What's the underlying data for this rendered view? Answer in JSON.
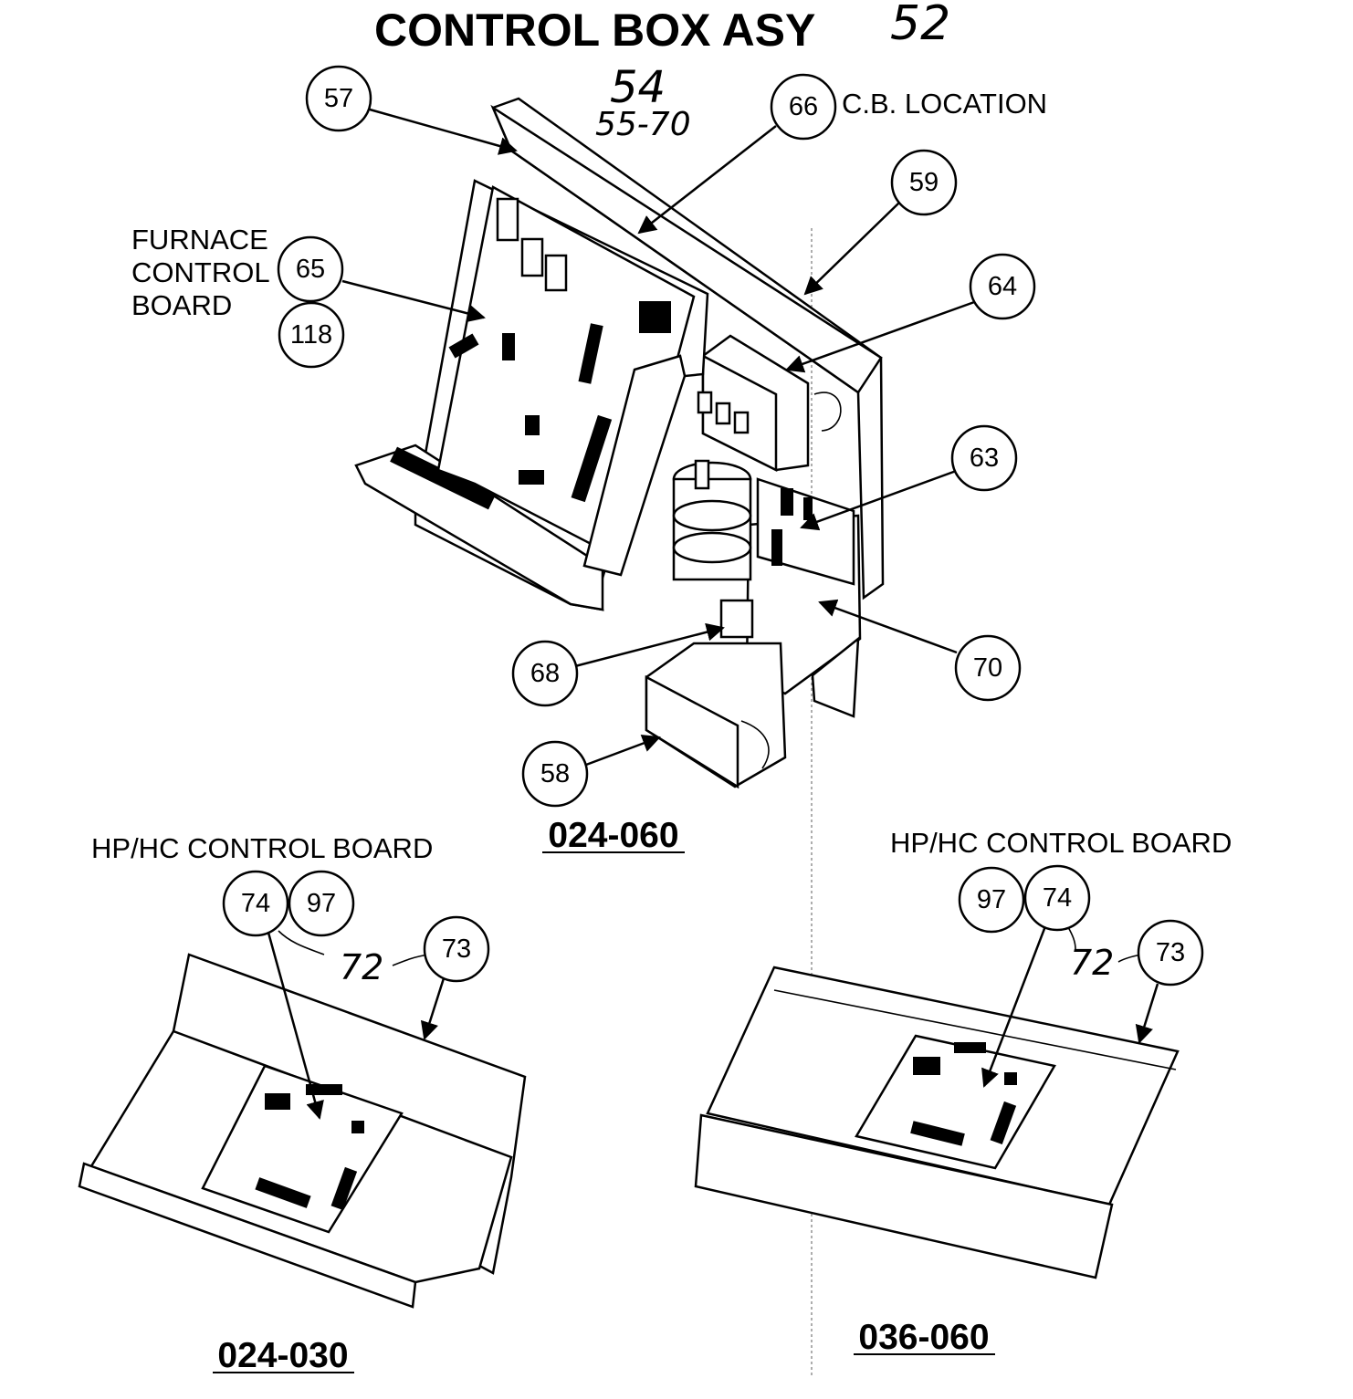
{
  "title": "CONTROL BOX ASY",
  "handwritten": {
    "title_ref": "52",
    "top_ref": "54",
    "top_range": "55-70",
    "left_ref": "72",
    "right_ref": "72"
  },
  "labels": {
    "cb_location": "C.B. LOCATION",
    "furnace_line1": "FURNACE",
    "furnace_line2": "CONTROL",
    "furnace_line3": "BOARD",
    "hp_left": "HP/HC CONTROL BOARD",
    "hp_right": "HP/HC CONTROL BOARD"
  },
  "callouts": {
    "c57": "57",
    "c66": "66",
    "c59": "59",
    "c65": "65",
    "c118": "118",
    "c64": "64",
    "c63": "63",
    "c68": "68",
    "c70": "70",
    "c58": "58",
    "l74": "74",
    "l97": "97",
    "l73": "73",
    "r97": "97",
    "r74": "74",
    "r73": "73"
  },
  "captions": {
    "main": "024-060",
    "left": "024-030",
    "right": "036-060"
  }
}
